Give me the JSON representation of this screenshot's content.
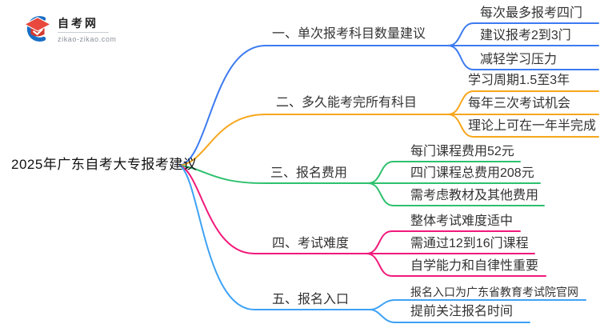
{
  "logo": {
    "site_name": "自考网",
    "site_url": "zikao-zikao.com",
    "colors": {
      "crescent": "#1a6fc4",
      "cap_top": "#e8483d",
      "cap_front": "#d63a2e"
    }
  },
  "mindmap": {
    "central_topic": "2025年广东自考大专报考建议",
    "branches": [
      {
        "label": "一、单次报考科目数量建议",
        "color": "#3d7bf0",
        "children": [
          "每次最多报考四门",
          "建议报考2到3门",
          "减轻学习压力"
        ]
      },
      {
        "label": "二、多久能考完所有科目",
        "color": "#f7a61c",
        "children": [
          "学习周期1.5至3年",
          "每年三次考试机会",
          "理论上可在一年半完成"
        ]
      },
      {
        "label": "三、报名费用",
        "color": "#2ec16e",
        "children": [
          "每门课程费用52元",
          "四门课程总费用208元",
          "需考虑教材及其他费用"
        ]
      },
      {
        "label": "四、考试难度",
        "color": "#f1197b",
        "children": [
          "整体考试难度适中",
          "需通过12到16门课程",
          "自学能力和自律性重要"
        ]
      },
      {
        "label": "五、报名入口",
        "color": "#3da2f5",
        "children": [
          "报名入口为广东省教育考试院官网",
          "提前关注报名时间"
        ]
      }
    ]
  }
}
